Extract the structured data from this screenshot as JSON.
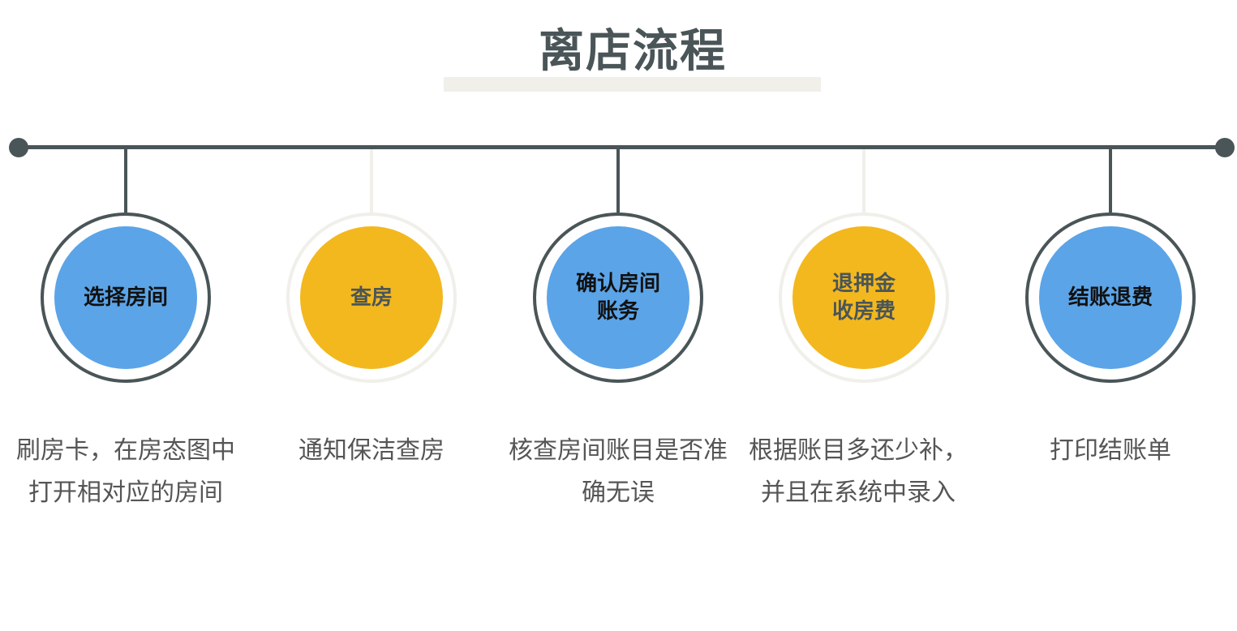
{
  "title": "离店流程",
  "colors": {
    "dark": "#4a5558",
    "light": "#f0efea",
    "blue": "#5ba4e8",
    "yellow": "#f3b81e",
    "text": "#555555"
  },
  "steps": [
    {
      "label": "选择房间",
      "description": "刷房卡，在房态图中打开相对应的房间",
      "style": "blue"
    },
    {
      "label": "查房",
      "description": "通知保洁查房",
      "style": "yellow"
    },
    {
      "label": "确认房间\n账务",
      "description": "核查房间账目是否准确无误",
      "style": "blue"
    },
    {
      "label": "退押金\n收房费",
      "description": "根据账目多还少补，并且在系统中录入",
      "style": "yellow"
    },
    {
      "label": "结账退费",
      "description": "打印结账单",
      "style": "blue"
    }
  ]
}
